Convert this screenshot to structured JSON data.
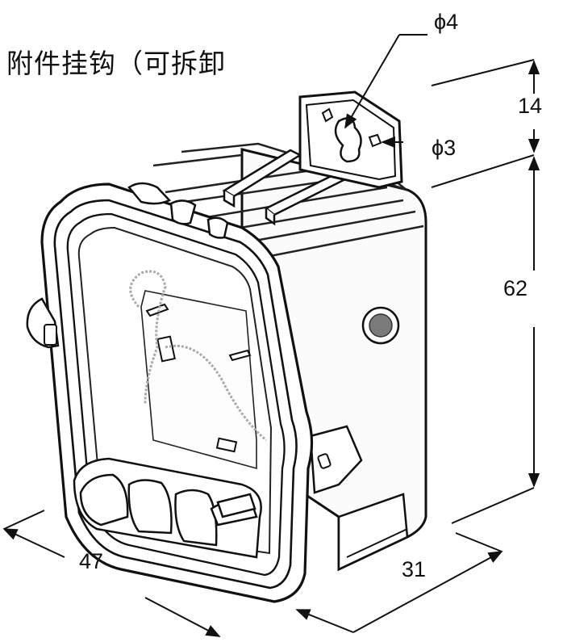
{
  "title": "附件挂钩（可拆卸",
  "dimensions": {
    "hole_large": "ϕ4",
    "hook_height": "14",
    "hole_small": "ϕ3",
    "body_height": "62",
    "width": "47",
    "depth": "31"
  }
}
